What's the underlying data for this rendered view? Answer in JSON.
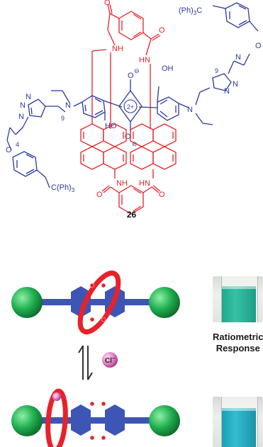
{
  "compound": {
    "number": "26",
    "triphenyl_top": "(Ph)",
    "triphenyl_sub": "3",
    "triphenyl_tail": "C",
    "triphenyl_bottom": "C(Ph)",
    "triphenyl_bottom_sub": "3",
    "oh_top": "OH",
    "oh_bottom": "HO",
    "atom_n": "N",
    "atom_o": "O",
    "nh": "NH",
    "hn": "HN",
    "charge": "2+",
    "sub_9": "9",
    "sub_4": "4",
    "minus": "⊖"
  },
  "scheme": {
    "anion": "Cl",
    "anion_charge": "−",
    "response_line1": "Ratiometric",
    "response_line2": "Response"
  },
  "colors": {
    "blue": "#2b3a9e",
    "red": "#e8212a",
    "green_ball": "#1e9e4a",
    "axle": "#3d55b5",
    "magenta": "#e07ac4"
  }
}
